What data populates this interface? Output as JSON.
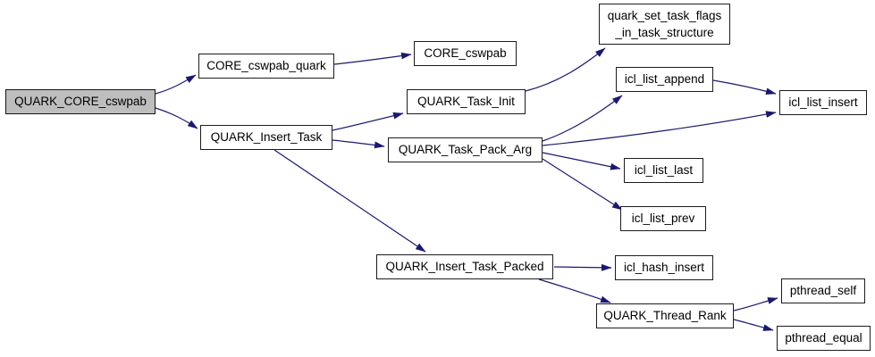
{
  "diagram": {
    "type": "call-graph",
    "style": "doxygen",
    "colors": {
      "background": "#ffffff",
      "edge": "#1a1970",
      "node_fill": "#ffffff",
      "node_border": "#1c1c1c",
      "highlight_fill": "#bebebe",
      "text": "#000000"
    },
    "nodes": [
      {
        "id": "QUARK_CORE_cswpab",
        "label": "QUARK_CORE_cswpab",
        "highlighted": true
      },
      {
        "id": "CORE_cswpab_quark",
        "label": "CORE_cswpab_quark",
        "highlighted": false
      },
      {
        "id": "CORE_cswpab",
        "label": "CORE_cswpab",
        "highlighted": false
      },
      {
        "id": "QUARK_Insert_Task",
        "label": "QUARK_Insert_Task",
        "highlighted": false
      },
      {
        "id": "QUARK_Task_Init",
        "label": "QUARK_Task_Init",
        "highlighted": false
      },
      {
        "id": "QUARK_Task_Pack_Arg",
        "label": "QUARK_Task_Pack_Arg",
        "highlighted": false
      },
      {
        "id": "quark_set_task_flags_in_task_structure",
        "lines": [
          "quark_set_task_flags",
          "_in_task_structure"
        ],
        "highlighted": false
      },
      {
        "id": "icl_list_append",
        "label": "icl_list_append",
        "highlighted": false
      },
      {
        "id": "icl_list_insert",
        "label": "icl_list_insert",
        "highlighted": false
      },
      {
        "id": "icl_list_last",
        "label": "icl_list_last",
        "highlighted": false
      },
      {
        "id": "icl_list_prev",
        "label": "icl_list_prev",
        "highlighted": false
      },
      {
        "id": "QUARK_Insert_Task_Packed",
        "label": "QUARK_Insert_Task_Packed",
        "highlighted": false
      },
      {
        "id": "icl_hash_insert",
        "label": "icl_hash_insert",
        "highlighted": false
      },
      {
        "id": "QUARK_Thread_Rank",
        "label": "QUARK_Thread_Rank",
        "highlighted": false
      },
      {
        "id": "pthread_self",
        "label": "pthread_self",
        "highlighted": false
      },
      {
        "id": "pthread_equal",
        "label": "pthread_equal",
        "highlighted": false
      }
    ],
    "edges": [
      {
        "from": "QUARK_CORE_cswpab",
        "to": "CORE_cswpab_quark"
      },
      {
        "from": "QUARK_CORE_cswpab",
        "to": "QUARK_Insert_Task"
      },
      {
        "from": "CORE_cswpab_quark",
        "to": "CORE_cswpab"
      },
      {
        "from": "QUARK_Insert_Task",
        "to": "QUARK_Task_Init"
      },
      {
        "from": "QUARK_Insert_Task",
        "to": "QUARK_Task_Pack_Arg"
      },
      {
        "from": "QUARK_Insert_Task",
        "to": "QUARK_Insert_Task_Packed"
      },
      {
        "from": "QUARK_Task_Init",
        "to": "quark_set_task_flags_in_task_structure"
      },
      {
        "from": "QUARK_Task_Pack_Arg",
        "to": "icl_list_append"
      },
      {
        "from": "QUARK_Task_Pack_Arg",
        "to": "icl_list_insert"
      },
      {
        "from": "QUARK_Task_Pack_Arg",
        "to": "icl_list_last"
      },
      {
        "from": "QUARK_Task_Pack_Arg",
        "to": "icl_list_prev"
      },
      {
        "from": "icl_list_append",
        "to": "icl_list_insert"
      },
      {
        "from": "QUARK_Insert_Task_Packed",
        "to": "icl_hash_insert"
      },
      {
        "from": "QUARK_Insert_Task_Packed",
        "to": "QUARK_Thread_Rank"
      },
      {
        "from": "QUARK_Thread_Rank",
        "to": "pthread_self"
      },
      {
        "from": "QUARK_Thread_Rank",
        "to": "pthread_equal"
      }
    ]
  }
}
